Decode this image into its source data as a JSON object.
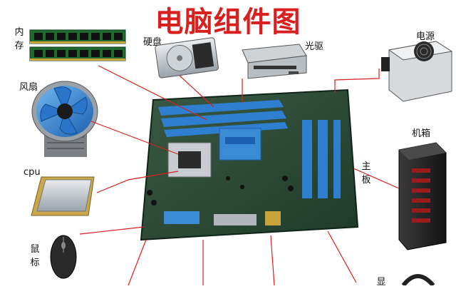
{
  "title": "电脑组件图",
  "labels": {
    "memory": "内存",
    "harddisk": "硬盘",
    "optical": "光驱",
    "psu": "电源",
    "fan": "风扇",
    "case": "机箱",
    "cpu": "cpu",
    "motherboard": "主板",
    "mouse": "鼠标",
    "display_partial": "显"
  },
  "colors": {
    "title": "#d8201f",
    "leader": "#d8201f",
    "board": "#2b4a34",
    "slot_blue": "#2f7fd1",
    "heatsink_blue": "#3a8bd6"
  }
}
